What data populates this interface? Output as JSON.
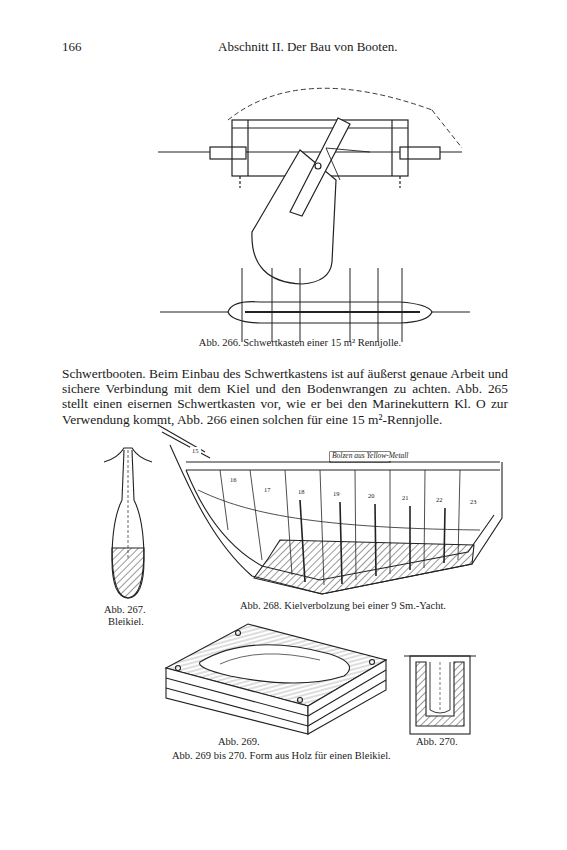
{
  "diagram": {
    "title": "Abschnitt II. Der Bau von Booten.",
    "labels": [
      "166",
      "Abb. 266. Schwertkasten einer 15 m² Rennjolle.",
      "Schwertbooten. Beim Einbau des Schwertkastens ist auf äußerst genaue Arbeit und sichere Verbindung mit dem Kiel und den Bodenwrangen zu achten. Abb. 265 stellt einen eisernen Schwertkasten vor, wie er bei den Marinekuttern Kl. O zur Verwendung kommt, Abb. 266 einen solchen für eine 15 m²-Rennjolle.",
      "Abb. 267.",
      "Bleikiel.",
      "Abb. 268. Kielverbolzung bei einer 9 Sm.-Yacht.",
      "Bolzen aus Yellow-Metall",
      "Abb. 269.",
      "Abb. 270.",
      "Abb. 269 bis 270.  Form aus Holz für einen Bleikiel.",
      "15",
      "16",
      "17",
      "18",
      "19",
      "20",
      "21",
      "22",
      "23"
    ]
  }
}
